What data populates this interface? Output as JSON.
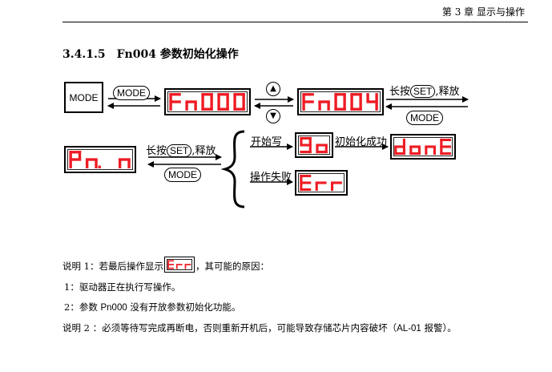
{
  "header": {
    "text": "第 3 章 显示与操作"
  },
  "section": {
    "number": "3.4.1.5",
    "title": "Fn004 参数初始化操作"
  },
  "diagram": {
    "mode_key": "MODE",
    "mode_pill": "MODE",
    "display_fn000": "Fn000",
    "display_fn004": "Fn004",
    "up_glyph": "▲",
    "down_glyph": "▼",
    "long_press": "长按",
    "set_label": "SET",
    "release": ",释放",
    "mode_pill_2": "MODE",
    "display_pini": "Pn. n",
    "long_press_2": "长按",
    "set_label_2": "SET",
    "release_2": ",释放",
    "mode_pill_3": "MODE",
    "start_write": "开始写",
    "display_go": "go",
    "init_success": "初始化成功",
    "display_done": "donE",
    "op_fail": "操作失败",
    "display_err": "Err"
  },
  "notes": {
    "note1_prefix": "说明 1：若最后操作显示",
    "note1_suffix": "，其可能的原因：",
    "item1": "1：驱动器正在执行写操作。",
    "item2_a": "2：参数 ",
    "item2_code": "Pn000",
    "item2_b": " 没有开放参数初始化功能。",
    "note2_a": "说明 2 ：必须等待写完成再断电，否则重新开机后，可能导致存储芯片内容破坏（",
    "note2_code": "AL-01",
    "note2_b": " 报警）。"
  },
  "colors": {
    "segment": "#ee1c24"
  }
}
